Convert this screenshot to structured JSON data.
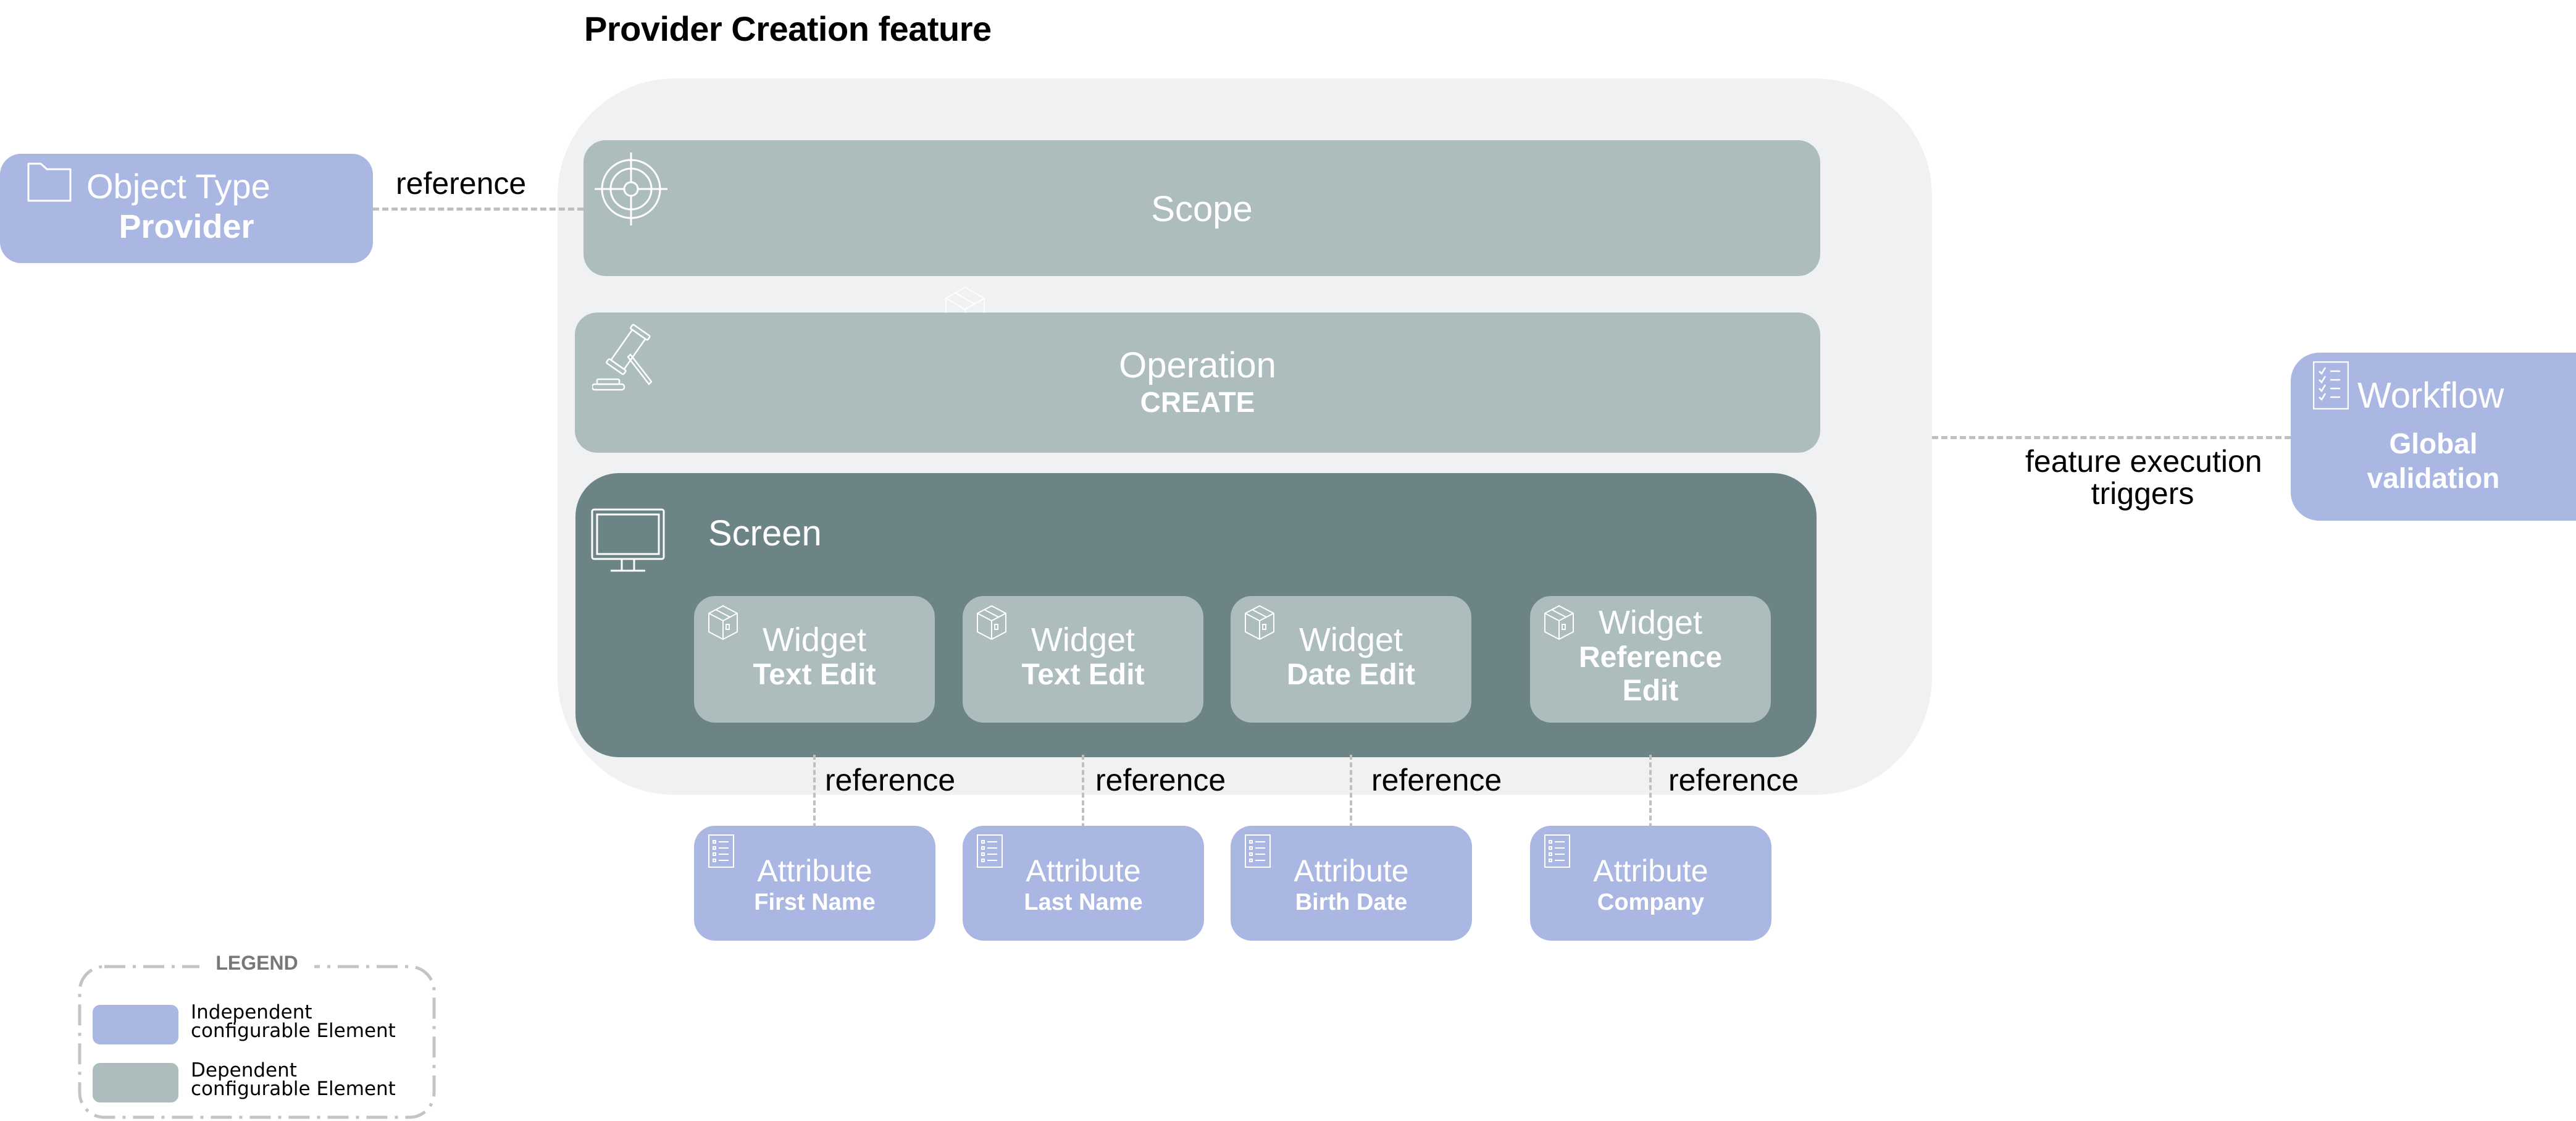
{
  "title": "Provider Creation feature",
  "colors": {
    "independent": "#abb7e3",
    "dependent": "#adbcbd",
    "dependent_dark": "#6c8485",
    "container_bg": "#eff1f3",
    "connector": "#bfbfbf"
  },
  "object_type": {
    "icon": "folder-icon",
    "label": "Object Type",
    "value": "Provider"
  },
  "object_type_connector_label": "reference",
  "scope": {
    "icon": "target-icon",
    "label": "Scope"
  },
  "operation": {
    "icon": "gavel-icon",
    "label": "Operation",
    "value": "CREATE"
  },
  "screen": {
    "icon": "monitor-icon",
    "label": "Screen",
    "widgets": [
      {
        "icon": "box-icon",
        "label": "Widget",
        "value": "Text Edit"
      },
      {
        "icon": "box-icon",
        "label": "Widget",
        "value": "Text Edit"
      },
      {
        "icon": "box-icon",
        "label": "Widget",
        "value": "Date Edit"
      },
      {
        "icon": "box-icon",
        "label": "Widget",
        "value_line1": "Reference",
        "value_line2": "Edit"
      }
    ]
  },
  "attribute_connector_label": "reference",
  "attributes": [
    {
      "icon": "list-icon",
      "label": "Attribute",
      "value": "First Name"
    },
    {
      "icon": "list-icon",
      "label": "Attribute",
      "value": "Last Name"
    },
    {
      "icon": "list-icon",
      "label": "Attribute",
      "value": "Birth Date"
    },
    {
      "icon": "list-icon",
      "label": "Attribute",
      "value": "Company"
    }
  ],
  "workflow": {
    "icon": "checklist-icon",
    "label": "Workflow",
    "value_line1": "Global",
    "value_line2": "validation"
  },
  "workflow_connector_label": {
    "line1": "feature execution",
    "line2": "triggers"
  },
  "legend": {
    "title": "LEGEND",
    "items": [
      {
        "line1": "Independent",
        "line2": "configurable Element",
        "color": "#abb7e3"
      },
      {
        "line1": "Dependent",
        "line2": "configurable Element",
        "color": "#adbcbd"
      }
    ]
  }
}
